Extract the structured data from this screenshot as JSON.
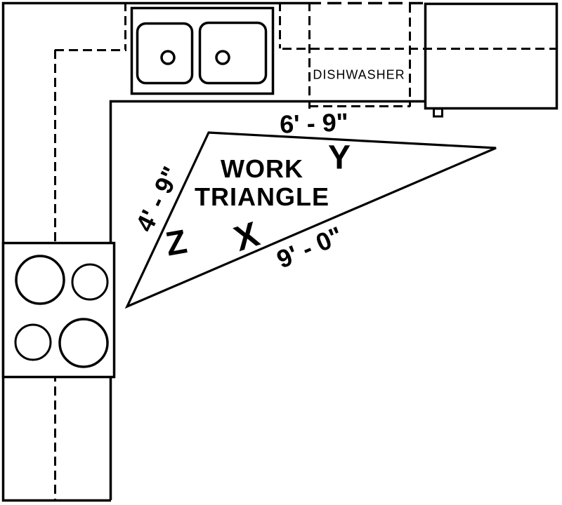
{
  "diagram": {
    "title": {
      "line1": "WORK",
      "line2": "TRIANGLE"
    },
    "appliances": {
      "dishwasher_label": "DISHWASHER"
    },
    "dimensions": {
      "top_side": "6' - 9\"",
      "left_side": "4' - 9\"",
      "bottom_side": "9' - 0\""
    },
    "vertices": {
      "top": "Y",
      "bottom": "X",
      "left": "Z"
    },
    "colors": {
      "line": "#000000",
      "background": "#ffffff"
    }
  }
}
